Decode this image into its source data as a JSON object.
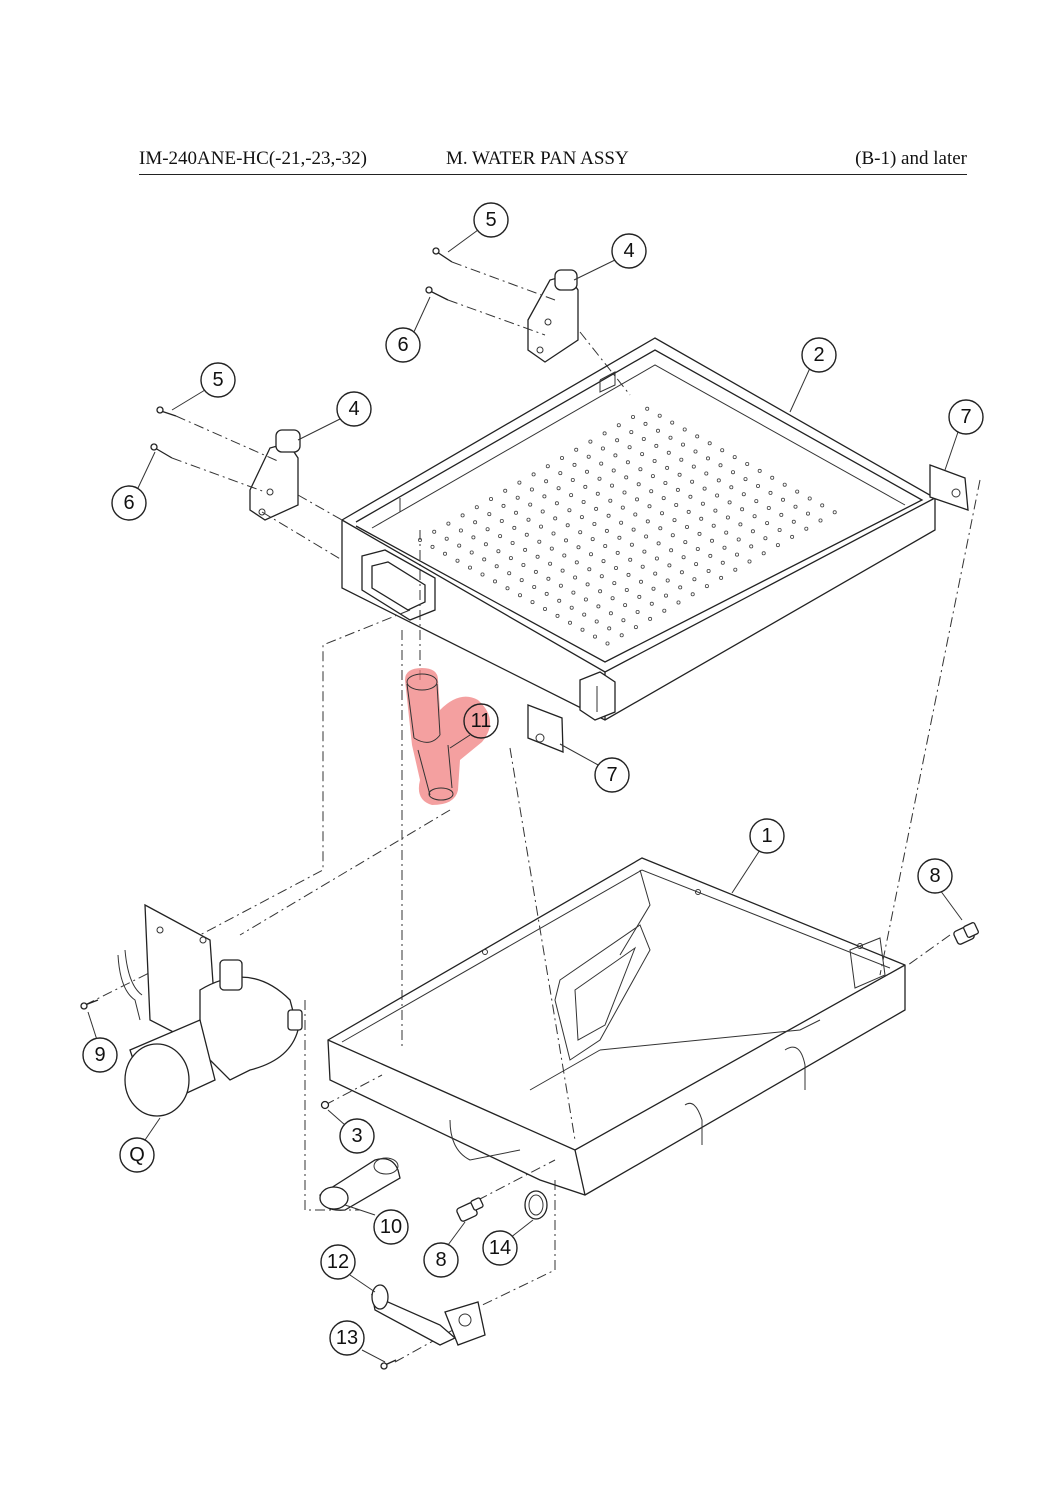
{
  "header": {
    "model": "IM-240ANE-HC(-21,-23,-32)",
    "title": "M. WATER PAN ASSY",
    "revision": "(B-1) and later"
  },
  "callouts": {
    "c5a": "5",
    "c4a": "4",
    "c6a": "6",
    "c2": "2",
    "c5b": "5",
    "c4b": "4",
    "c6b": "6",
    "c7a": "7",
    "c11": "11",
    "c7b": "7",
    "c1": "1",
    "c8a": "8",
    "c9": "9",
    "cQ": "Q",
    "c3": "3",
    "c10": "10",
    "c8b": "8",
    "c14": "14",
    "c12": "12",
    "c13": "13"
  },
  "highlight": {
    "part": "11",
    "color": "#f08080"
  },
  "colors": {
    "line": "#222222",
    "background": "#ffffff"
  }
}
